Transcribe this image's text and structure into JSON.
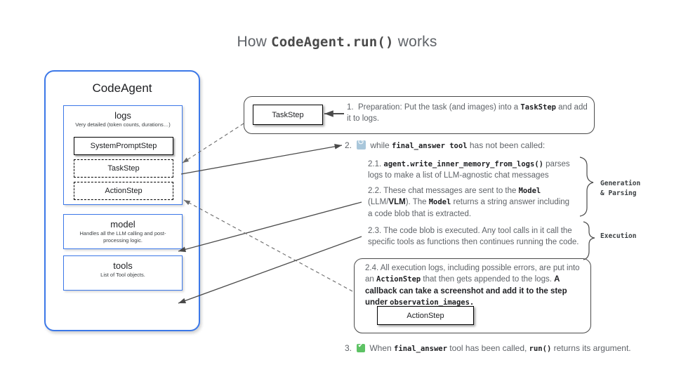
{
  "title": {
    "prefix": "How ",
    "code": "CodeAgent.run()",
    "suffix": " works"
  },
  "agent": {
    "name": "CodeAgent",
    "logs": {
      "title": "logs",
      "desc": "Very detailed (token counts, durations…)",
      "steps": [
        {
          "label": "SystemPromptStep",
          "style": "solid"
        },
        {
          "label": "TaskStep",
          "style": "dashed"
        },
        {
          "label": "ActionStep",
          "style": "dashed"
        }
      ]
    },
    "model": {
      "title": "model",
      "desc": "Handles all the LLM calling and post-processing logic."
    },
    "tools": {
      "title": "tools",
      "desc": "List of Tool objects."
    }
  },
  "flow": {
    "step1": {
      "box_label": "TaskStep",
      "number": "1.",
      "text_a": "Preparation: Put the task (and images) into a ",
      "code_a": "TaskStep",
      "text_b": " and add it to logs."
    },
    "step2": {
      "number": "2.",
      "icon": "loop-icon",
      "text_a": "while ",
      "code_a": "final_answer tool",
      "text_b": " has not been called:"
    },
    "step21": {
      "number": "2.1.",
      "code_a": "agent.write_inner_memory_from_logs()",
      "text_a": " parses logs to make a list of LLM-agnostic chat messages"
    },
    "step22": {
      "number": "2.2.",
      "text_a": "These chat messages are sent to the ",
      "code_a": "Model",
      "text_b": " (LLM/",
      "bold_a": "VLM",
      "text_c": "). The ",
      "code_b": "Model",
      "text_d": " returns a string answer including a code blob that is extracted."
    },
    "step23": {
      "number": "2.3.",
      "text_a": "The code blob is executed. Any tool calls in it call the specific tools as functions then continues running the code."
    },
    "step24": {
      "number": "2.4.",
      "text_a": "All execution logs, including possible errors, are put into an ",
      "code_a": "ActionStep",
      "text_b": " that then gets appended to the logs. ",
      "bold_a": "A callback can  take a screenshot and add it to the step under ",
      "code_b": "observation_images.",
      "box_label": "ActionStep"
    },
    "step3": {
      "number": "3.",
      "icon": "check-icon",
      "text_a": "When ",
      "code_a": "final_answer",
      "text_b": " tool has been called, ",
      "code_b": "run()",
      "text_c": " returns its argument."
    }
  },
  "groups": {
    "generation": "Generation\n& Parsing",
    "generation_line1": "Generation",
    "generation_line2": "& Parsing",
    "execution": "Execution"
  },
  "colors": {
    "brand_blue": "#3c78e8",
    "text_gray": "#5f6368",
    "dark": "#202124",
    "check_green": "#5dc264",
    "loop_blue": "#a9c7db"
  }
}
